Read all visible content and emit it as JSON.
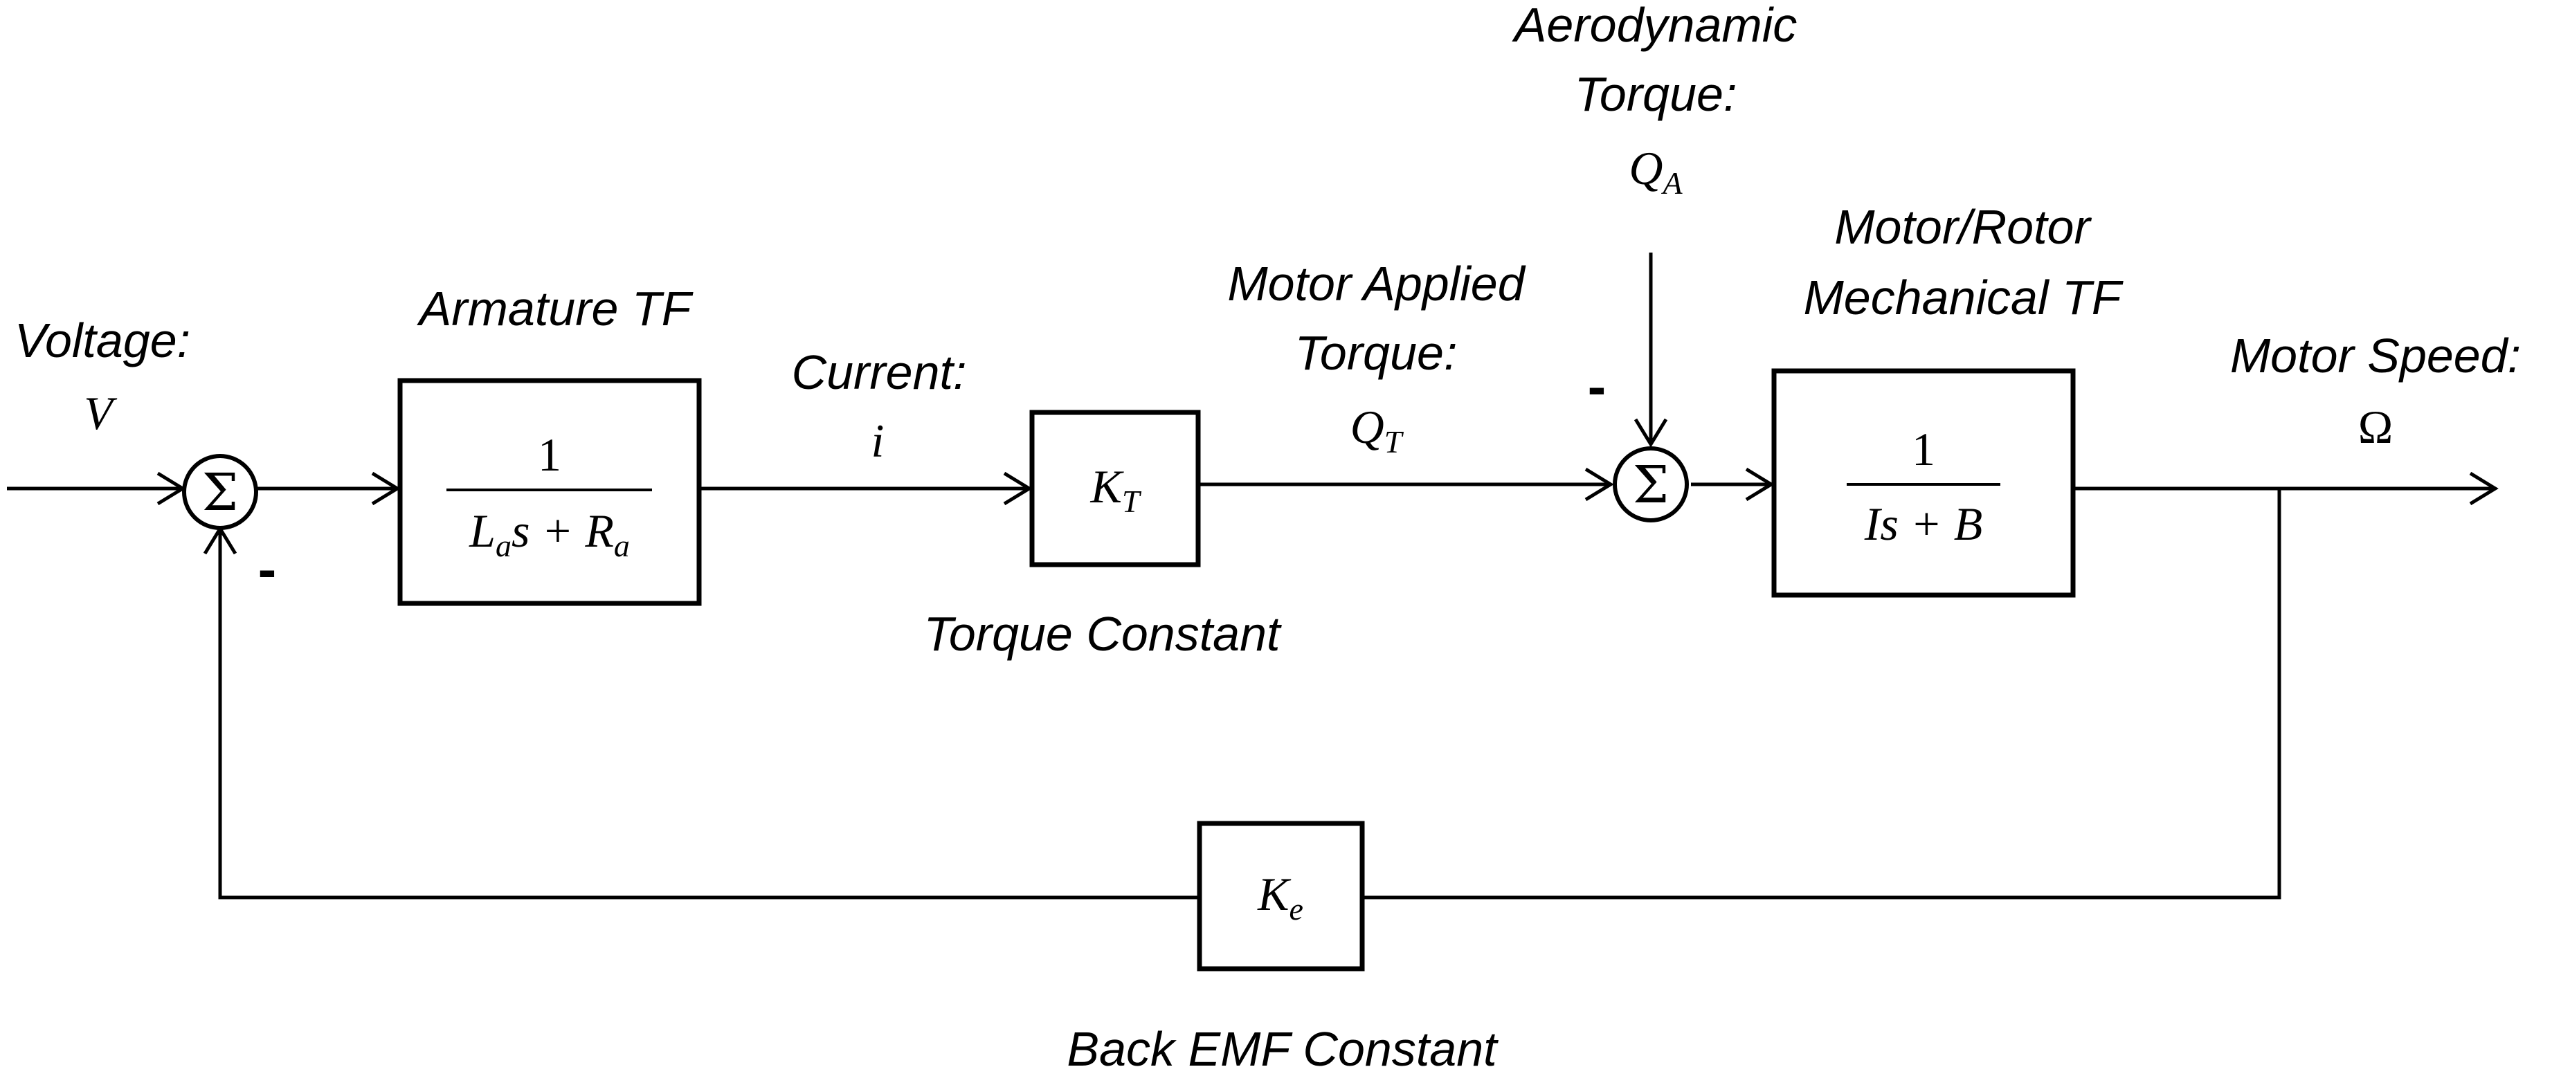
{
  "labels": {
    "voltage": "Voltage:",
    "voltage_sym": "V",
    "armature": "Armature TF",
    "current": "Current:",
    "current_sym": "i",
    "motor_applied_1": "Motor  Applied",
    "motor_applied_2": "Torque:",
    "qt_main": "Q",
    "qt_sub": "T",
    "aero_1": "Aerodynamic",
    "aero_2": "Torque:",
    "qa_main": "Q",
    "qa_sub": "A",
    "mech_1": "Motor/Rotor",
    "mech_2": "Mechanical TF",
    "speed": "Motor Speed:",
    "speed_sym": "Ω",
    "torque_const": "Torque Constant",
    "backemf_const": "Back EMF Constant"
  },
  "blocks": {
    "armature": {
      "num": "1",
      "den_La": "L",
      "den_La_sub": "a",
      "den_mid": "s + ",
      "den_Ra": "R",
      "den_Ra_sub": "a"
    },
    "kt": {
      "main": "K",
      "sub": "T"
    },
    "mech": {
      "num": "1",
      "den": "Is + B"
    },
    "ke": {
      "main": "K",
      "sub": "e"
    }
  },
  "sum": {
    "symbol": "Σ",
    "minus": "-"
  }
}
